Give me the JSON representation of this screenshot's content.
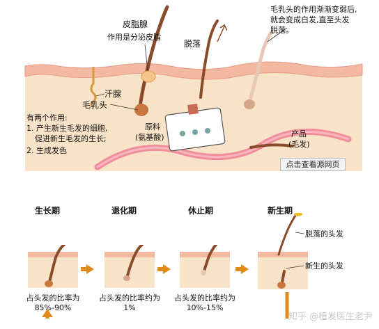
{
  "top_labels": {
    "sebaceous_gland": "皮脂腺",
    "sebaceous_function": "作用是分泌皮脂",
    "shedding": "脱落",
    "papilla_note_line1": "毛乳头的作用渐渐变弱后,",
    "papilla_note_line2": "就会变成白发,直至头发",
    "papilla_note_line3": "脱落。",
    "sweat_gland": "汗腺",
    "dermal_papilla": "毛乳头",
    "two_functions": "有两个作用:",
    "function_1_line1": "1. 产生新生毛发的细胞,",
    "function_1_line2": "促进新生毛发的生长;",
    "function_2": "2. 生成发色",
    "raw_material_line1": "原料",
    "raw_material_line2": "(氨基酸)",
    "product_line1": "产品",
    "product_line2": "(毛发)"
  },
  "view_source_button": "点击查看源网页",
  "stages": [
    {
      "title": "生长期",
      "ratio_line1": "占头发的比率为",
      "ratio_line2": "85%-90%"
    },
    {
      "title": "退化期",
      "ratio_line1": "占头发的比率约为",
      "ratio_line2": "1%"
    },
    {
      "title": "休止期",
      "ratio_line1": "占头发的比率约为",
      "ratio_line2": "10%-15%"
    },
    {
      "title": "新生期",
      "ratio_line1": "",
      "ratio_line2": ""
    }
  ],
  "new_stage_labels": {
    "shed_hair": "脱落的头发",
    "new_hair": "新生的头发"
  },
  "watermark": "知乎 @植发医生老尹",
  "colors": {
    "skin_surface": "#f6cfb4",
    "skin_deep": "#f9e3c8",
    "hair": "#8a4b2a",
    "accent_arrow": "#e08a1e",
    "vessel": "#f08e9c"
  }
}
